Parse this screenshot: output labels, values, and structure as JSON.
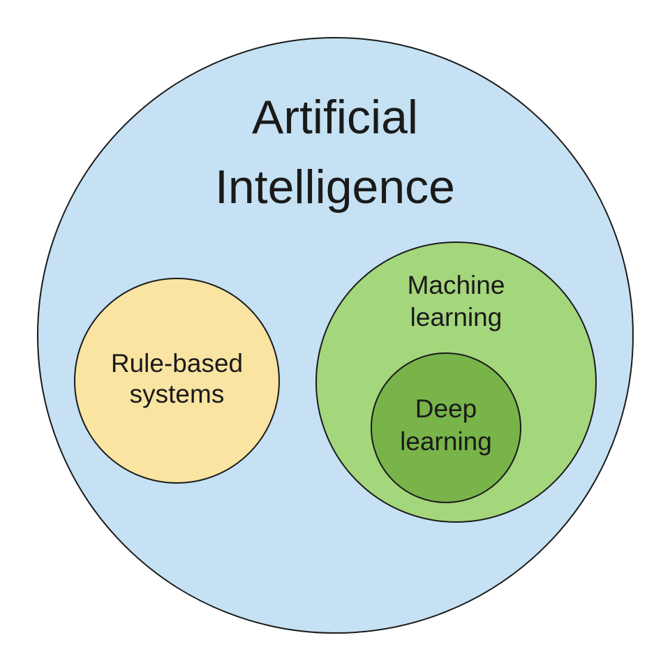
{
  "diagram": {
    "artificial_intelligence": {
      "line1": "Artificial",
      "line2": "Intelligence",
      "fill": "#c5e1f3"
    },
    "rule_based_systems": {
      "line1": "Rule-based",
      "line2": "systems",
      "fill": "#f9e4a2"
    },
    "machine_learning": {
      "line1": "Machine",
      "line2": "learning",
      "fill": "#a4d67c"
    },
    "deep_learning": {
      "line1": "Deep",
      "line2": "learning",
      "fill": "#78b449"
    },
    "outline_color": "#1a1a1a"
  }
}
